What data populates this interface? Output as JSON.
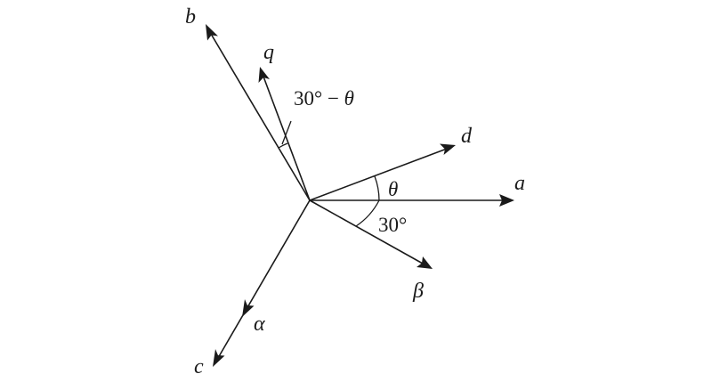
{
  "axes": {
    "a": "a",
    "b": "b",
    "c": "c",
    "d": "d",
    "q": "q",
    "alpha": "α",
    "beta": "β"
  },
  "angles": {
    "theta": "θ",
    "thirty": "30°",
    "thirty_minus_prefix": "30° − ",
    "thirty_minus_theta_symbol": "θ"
  }
}
